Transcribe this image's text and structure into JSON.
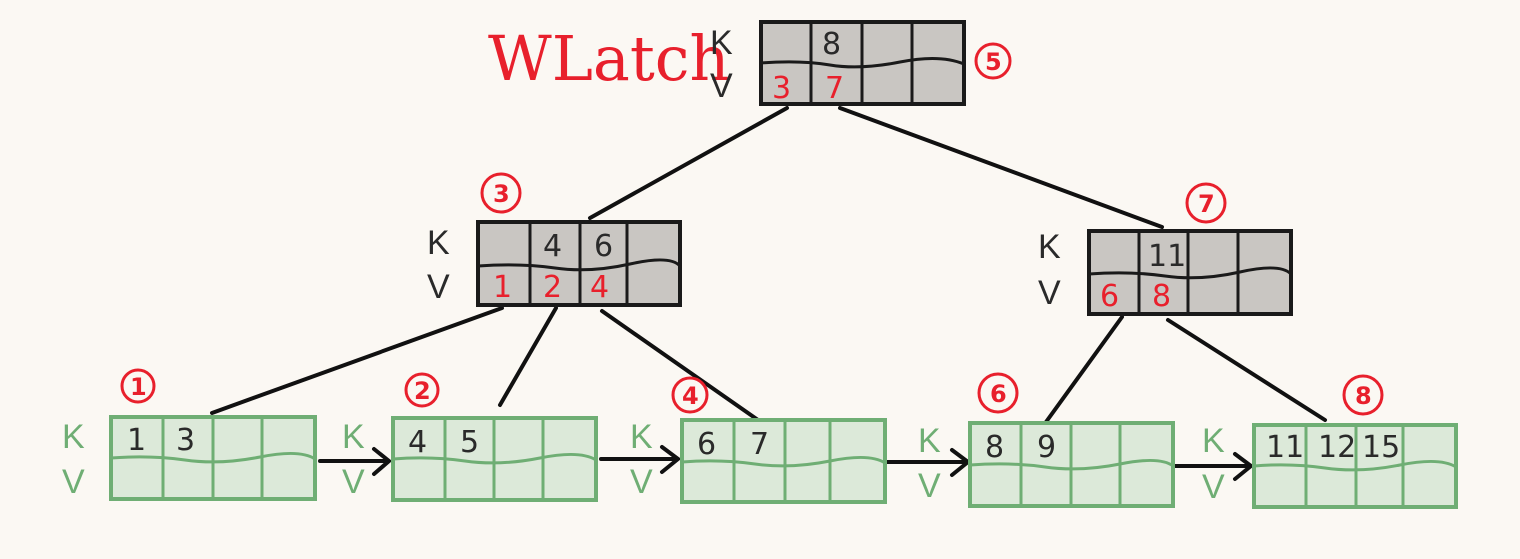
{
  "title": "WLatch",
  "colors": {
    "background": "#fbf8f3",
    "internal_fill": "#c9c6c2",
    "internal_stroke": "#1a1a1a",
    "leaf_fill": "#dce9d9",
    "leaf_stroke": "#6fae74",
    "key_text": "#2a2a2a",
    "value_text": "#e8202c",
    "leaf_label": "#6fae74",
    "tag": "#e8202c"
  },
  "labels": {
    "k": "K",
    "v": "V"
  },
  "internal_nodes": [
    {
      "id": "root",
      "order": "5",
      "keys": [
        "",
        "8",
        "",
        ""
      ],
      "values": [
        "3",
        "7",
        "",
        ""
      ]
    },
    {
      "id": "left-inner",
      "order": "3",
      "keys": [
        "",
        "4",
        "6",
        ""
      ],
      "values": [
        "1",
        "2",
        "4",
        ""
      ]
    },
    {
      "id": "right-inner",
      "order": "7",
      "keys": [
        "",
        "11",
        "",
        ""
      ],
      "values": [
        "6",
        "8",
        "",
        ""
      ]
    }
  ],
  "leaf_nodes": [
    {
      "id": "leaf-1",
      "order": "1",
      "keys": [
        "1",
        "3",
        "",
        ""
      ]
    },
    {
      "id": "leaf-2",
      "order": "2",
      "keys": [
        "4",
        "5",
        "",
        ""
      ]
    },
    {
      "id": "leaf-3",
      "order": "4",
      "keys": [
        "6",
        "7",
        "",
        ""
      ]
    },
    {
      "id": "leaf-4",
      "order": "6",
      "keys": [
        "8",
        "9",
        "",
        ""
      ]
    },
    {
      "id": "leaf-5",
      "order": "8",
      "keys": [
        "11",
        "12",
        "15",
        ""
      ]
    }
  ]
}
